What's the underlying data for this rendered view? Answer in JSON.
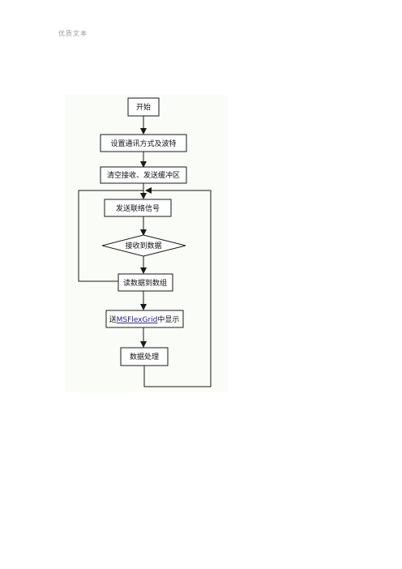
{
  "header": {
    "watermark": "优质文本"
  },
  "flowchart": {
    "start": "开始",
    "step_setup": "设置通讯方式及波特",
    "step_clear": "清空接收、发送缓冲区",
    "step_send": "发送联络信号",
    "decision_receive": "接收到数据",
    "step_read": "读数据到数组",
    "step_display_prefix": "送",
    "step_display_link": "MSFlexGrid",
    "step_display_suffix": "中显示",
    "step_process": "数据处理"
  }
}
